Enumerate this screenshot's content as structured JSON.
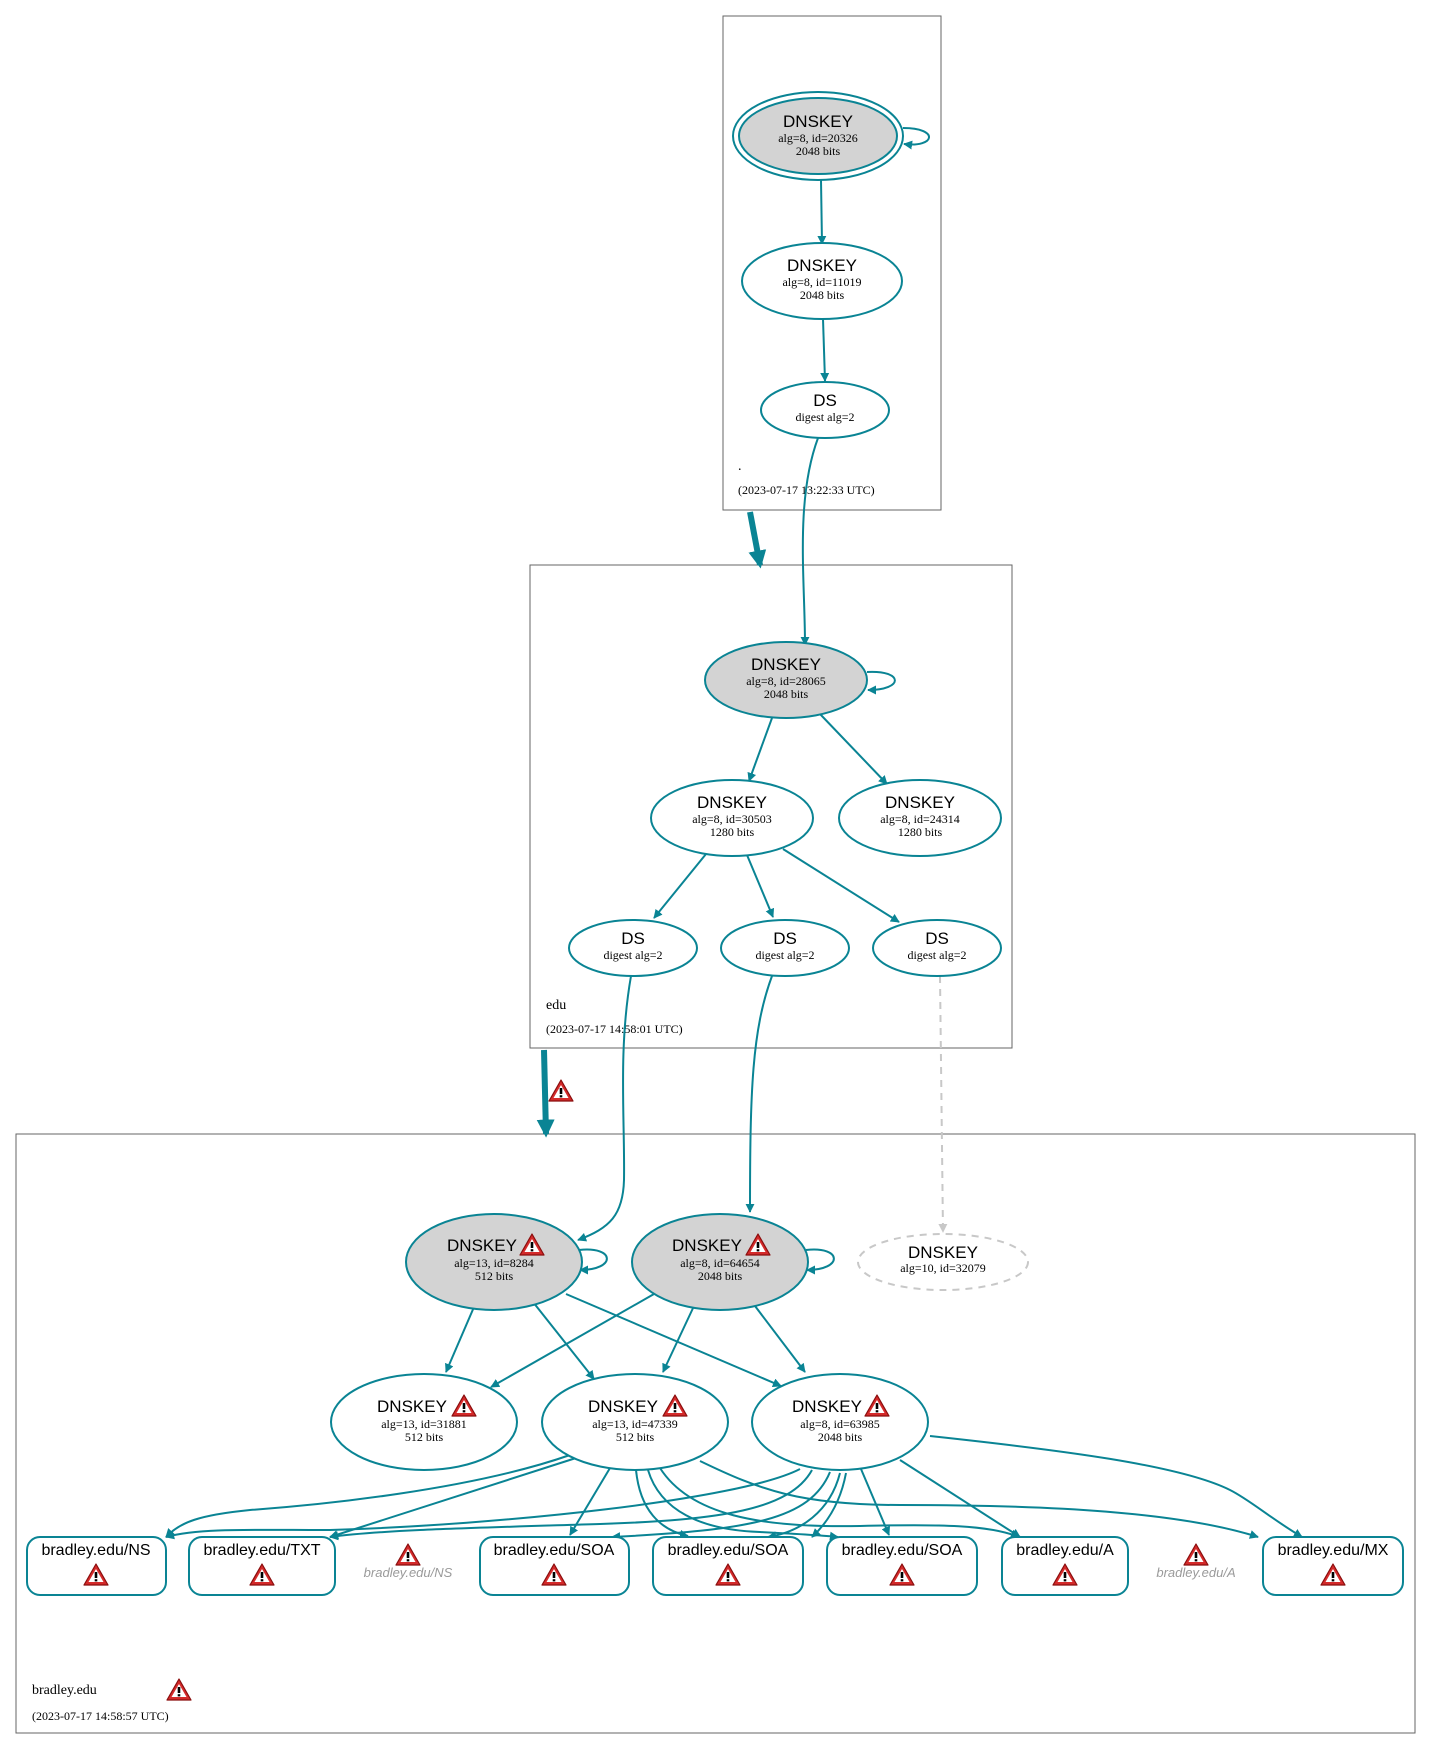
{
  "colors": {
    "edge": "#0a8494",
    "node_fill_ksk": "#d3d3d3",
    "node_fill": "#ffffff",
    "missing": "#c8c8c8",
    "warning_red": "#c0191b",
    "zone_border": "#666666"
  },
  "zones": {
    "root": {
      "name": ".",
      "timestamp": "(2023-07-17 13:22:33 UTC)"
    },
    "edu": {
      "name": "edu",
      "timestamp": "(2023-07-17 14:58:01 UTC)"
    },
    "bradley": {
      "name": "bradley.edu",
      "timestamp": "(2023-07-17 14:58:57 UTC)",
      "warning_icon": "warning-icon"
    }
  },
  "nodes": {
    "root_ksk": {
      "title": "DNSKEY",
      "line1": "alg=8, id=20326",
      "line2": "2048 bits"
    },
    "root_zsk": {
      "title": "DNSKEY",
      "line1": "alg=8, id=11019",
      "line2": "2048 bits"
    },
    "root_ds": {
      "title": "DS",
      "line1": "digest alg=2"
    },
    "edu_ksk": {
      "title": "DNSKEY",
      "line1": "alg=8, id=28065",
      "line2": "2048 bits"
    },
    "edu_zsk1": {
      "title": "DNSKEY",
      "line1": "alg=8, id=30503",
      "line2": "1280 bits"
    },
    "edu_zsk2": {
      "title": "DNSKEY",
      "line1": "alg=8, id=24314",
      "line2": "1280 bits"
    },
    "edu_ds1": {
      "title": "DS",
      "line1": "digest alg=2"
    },
    "edu_ds2": {
      "title": "DS",
      "line1": "digest alg=2"
    },
    "edu_ds3": {
      "title": "DS",
      "line1": "digest alg=2"
    },
    "br_ksk1": {
      "title": "DNSKEY",
      "line1": "alg=13, id=8284",
      "line2": "512 bits"
    },
    "br_ksk2": {
      "title": "DNSKEY",
      "line1": "alg=8, id=64654",
      "line2": "2048 bits"
    },
    "br_missing": {
      "title": "DNSKEY",
      "line1": "alg=10, id=32079"
    },
    "br_zsk1": {
      "title": "DNSKEY",
      "line1": "alg=13, id=31881",
      "line2": "512 bits"
    },
    "br_zsk2": {
      "title": "DNSKEY",
      "line1": "alg=13, id=47339",
      "line2": "512 bits"
    },
    "br_zsk3": {
      "title": "DNSKEY",
      "line1": "alg=8, id=63985",
      "line2": "2048 bits"
    }
  },
  "rrsets": [
    {
      "label": "bradley.edu/NS"
    },
    {
      "label": "bradley.edu/TXT"
    },
    {
      "label": "bradley.edu/SOA"
    },
    {
      "label": "bradley.edu/SOA"
    },
    {
      "label": "bradley.edu/SOA"
    },
    {
      "label": "bradley.edu/A"
    },
    {
      "label": "bradley.edu/MX"
    }
  ],
  "ghost_rrsets": [
    {
      "label": "bradley.edu/NS"
    },
    {
      "label": "bradley.edu/A"
    }
  ]
}
